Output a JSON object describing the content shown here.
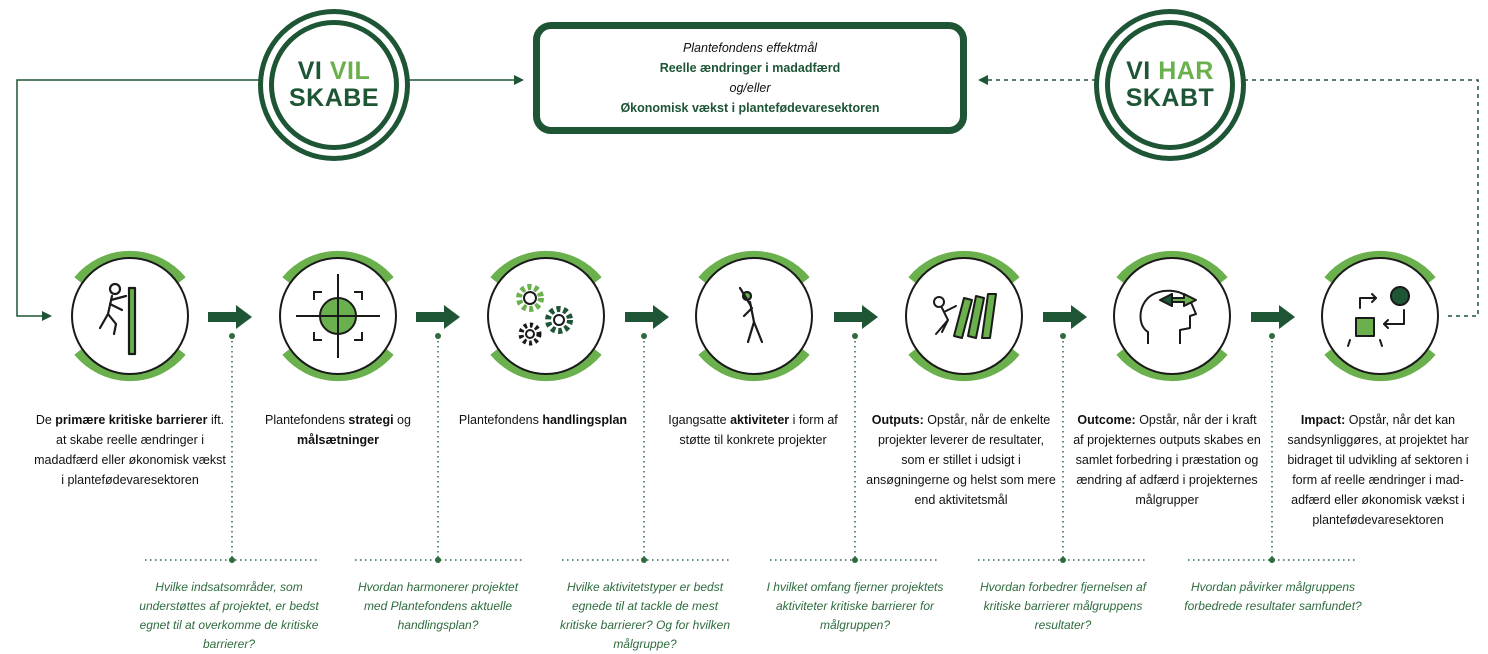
{
  "badges": {
    "left": {
      "word1": "VI",
      "word2": "VIL",
      "word3": "SKABE"
    },
    "right": {
      "word1": "VI",
      "word2": "HAR",
      "word3": "SKABT"
    }
  },
  "center_box": {
    "line1": "Plantefondens effektmål",
    "line2": "Reelle ændringer i madadfærd",
    "line3": "og/eller",
    "line4": "Økonomisk vækst i plantefødevaresektoren"
  },
  "steps": [
    {
      "icon": "climbing-barrier-icon",
      "pre": "De ",
      "bold": "primære kritiske barrierer",
      "post": " ift. at skabe reelle ændringer i madadfærd eller økonomisk vækst i plantefødevaresektoren"
    },
    {
      "icon": "target-crosshair-icon",
      "pre": "Plantefondens ",
      "bold": "strategi",
      "mid": " og ",
      "bold2": "målsætninger",
      "post": ""
    },
    {
      "icon": "gears-icon",
      "pre": "Plantefondens ",
      "bold": "handlingsplan",
      "post": ""
    },
    {
      "icon": "stretching-person-icon",
      "pre": "Igangsatte ",
      "bold": "aktiviteter",
      "post": " i form af støtte til konkrete projekter"
    },
    {
      "icon": "pushing-dominoes-icon",
      "pre": "",
      "bold": "Outputs:",
      "post": " Opstår, når de enkelte projekter leverer de resultater, som er stillet i udsigt i ansøgningerne og helst som mere end aktivitetsmål"
    },
    {
      "icon": "head-arrows-icon",
      "pre": "",
      "bold": "Outcome:",
      "post": " Opstår, når der i kraft af projekternes outputs skabes en samlet forbedring i præstation og ændring af adfærd i projekternes målgrupper"
    },
    {
      "icon": "transformation-cycle-icon",
      "pre": "",
      "bold": "Impact:",
      "post": " Opstår, når det kan sandsynliggøres, at projektet har bidraget til udvikling af sektoren i form af reelle ændringer i mad-adfærd eller økonomisk vækst i plantefødevaresektoren"
    }
  ],
  "questions": [
    "Hvilke indsatsområder, som understøttes af projektet, er bedst egnet til at overkomme de kritiske barrierer?",
    "Hvordan harmonerer projektet med Plantefondens aktuelle handlingsplan?",
    "Hvilke aktivitetstyper er bedst egnede til at tackle de mest kritiske barrierer? Og for hvilken målgruppe?",
    "I hvilket omfang fjerner projektets aktiviteter kritiske barrierer for målgruppen?",
    "Hvordan forbedrer fjernelsen af kritiske barrierer målgruppens resultater?",
    "Hvordan påvirker målgruppens forbedrede resultater samfundet?"
  ],
  "colors": {
    "dark_green": "#1d5535",
    "light_green": "#6ab04c",
    "question_green": "#2e6b3e"
  }
}
